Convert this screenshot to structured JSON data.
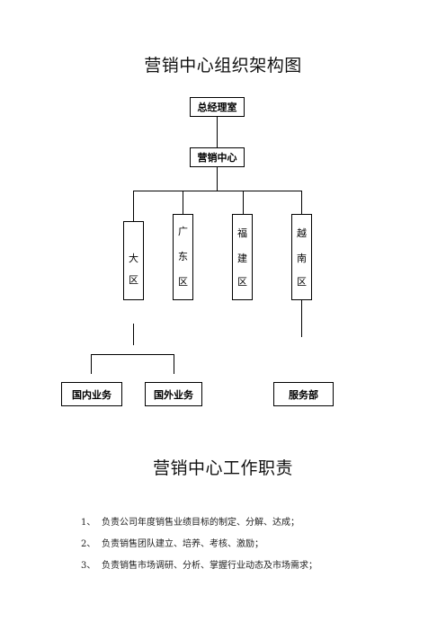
{
  "title_org": "营销中心组织架构图",
  "title_duty": "营销中心工作职责",
  "org": {
    "top": "总经理室",
    "center": "营销中心",
    "regions": [
      {
        "chars": [
          "大",
          "区"
        ]
      },
      {
        "chars": [
          "广",
          "东",
          "区"
        ]
      },
      {
        "chars": [
          "福",
          "建",
          "区"
        ]
      },
      {
        "chars": [
          "越",
          "南",
          "区"
        ]
      }
    ],
    "sub_units": [
      "国内业务",
      "国外业务",
      "服务部"
    ]
  },
  "duties": [
    {
      "num": "1、",
      "text": "负责公司年度销售业绩目标的制定、分解、达成；"
    },
    {
      "num": "2、",
      "text": "负责销售团队建立、培养、考核、激励；"
    },
    {
      "num": "3、",
      "text": "负责销售市场调研、分析、掌握行业动态及市场需求；"
    }
  ]
}
